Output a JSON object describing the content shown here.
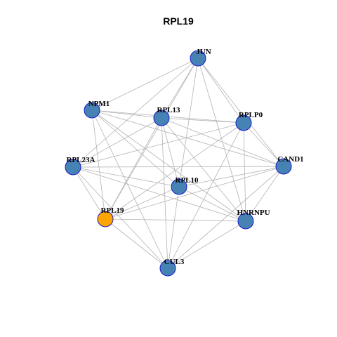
{
  "title": "RPL19",
  "colors": {
    "node_default": "#4682b4",
    "node_highlight": "#ffa500",
    "node_border": "#1a1acc",
    "edge": "#b3b3b3"
  },
  "nodes": [
    {
      "id": "JUN",
      "label": "JUN",
      "highlight": false
    },
    {
      "id": "NPM1",
      "label": "NPM1",
      "highlight": false
    },
    {
      "id": "RPL13",
      "label": "RPL13",
      "highlight": false
    },
    {
      "id": "RPLP0",
      "label": "RPLP0",
      "highlight": false
    },
    {
      "id": "RPL23A",
      "label": "RPL23A",
      "highlight": false
    },
    {
      "id": "CAND1",
      "label": "CAND1",
      "highlight": false
    },
    {
      "id": "RPL10",
      "label": "RPL10",
      "highlight": false
    },
    {
      "id": "RPL19",
      "label": "RPL19",
      "highlight": true
    },
    {
      "id": "HNRNPU",
      "label": "HNRNPU",
      "highlight": false
    },
    {
      "id": "CUL3",
      "label": "CUL3",
      "highlight": false
    }
  ],
  "edges": [
    [
      "JUN",
      "NPM1"
    ],
    [
      "JUN",
      "RPL13"
    ],
    [
      "JUN",
      "RPLP0"
    ],
    [
      "JUN",
      "RPL23A"
    ],
    [
      "JUN",
      "CAND1"
    ],
    [
      "JUN",
      "RPL10"
    ],
    [
      "JUN",
      "RPL19"
    ],
    [
      "JUN",
      "HNRNPU"
    ],
    [
      "NPM1",
      "RPL13"
    ],
    [
      "NPM1",
      "RPLP0"
    ],
    [
      "NPM1",
      "CAND1"
    ],
    [
      "NPM1",
      "RPL10"
    ],
    [
      "NPM1",
      "RPL19"
    ],
    [
      "NPM1",
      "HNRNPU"
    ],
    [
      "NPM1",
      "CUL3"
    ],
    [
      "RPL13",
      "RPLP0"
    ],
    [
      "RPL13",
      "RPL23A"
    ],
    [
      "RPL13",
      "CAND1"
    ],
    [
      "RPL13",
      "RPL10"
    ],
    [
      "RPL13",
      "RPL19"
    ],
    [
      "RPL13",
      "HNRNPU"
    ],
    [
      "RPL13",
      "CUL3"
    ],
    [
      "RPLP0",
      "RPL23A"
    ],
    [
      "RPLP0",
      "CAND1"
    ],
    [
      "RPLP0",
      "RPL19"
    ],
    [
      "RPLP0",
      "HNRNPU"
    ],
    [
      "RPLP0",
      "CUL3"
    ],
    [
      "RPL23A",
      "CAND1"
    ],
    [
      "RPL23A",
      "RPL10"
    ],
    [
      "RPL23A",
      "RPL19"
    ],
    [
      "RPL23A",
      "HNRNPU"
    ],
    [
      "RPL23A",
      "CUL3"
    ],
    [
      "CAND1",
      "RPL10"
    ],
    [
      "CAND1",
      "RPL19"
    ],
    [
      "CAND1",
      "HNRNPU"
    ],
    [
      "CAND1",
      "CUL3"
    ],
    [
      "RPL10",
      "RPL19"
    ],
    [
      "RPL10",
      "HNRNPU"
    ],
    [
      "RPL10",
      "CUL3"
    ],
    [
      "RPL19",
      "HNRNPU"
    ],
    [
      "RPL19",
      "CUL3"
    ],
    [
      "HNRNPU",
      "CUL3"
    ]
  ]
}
